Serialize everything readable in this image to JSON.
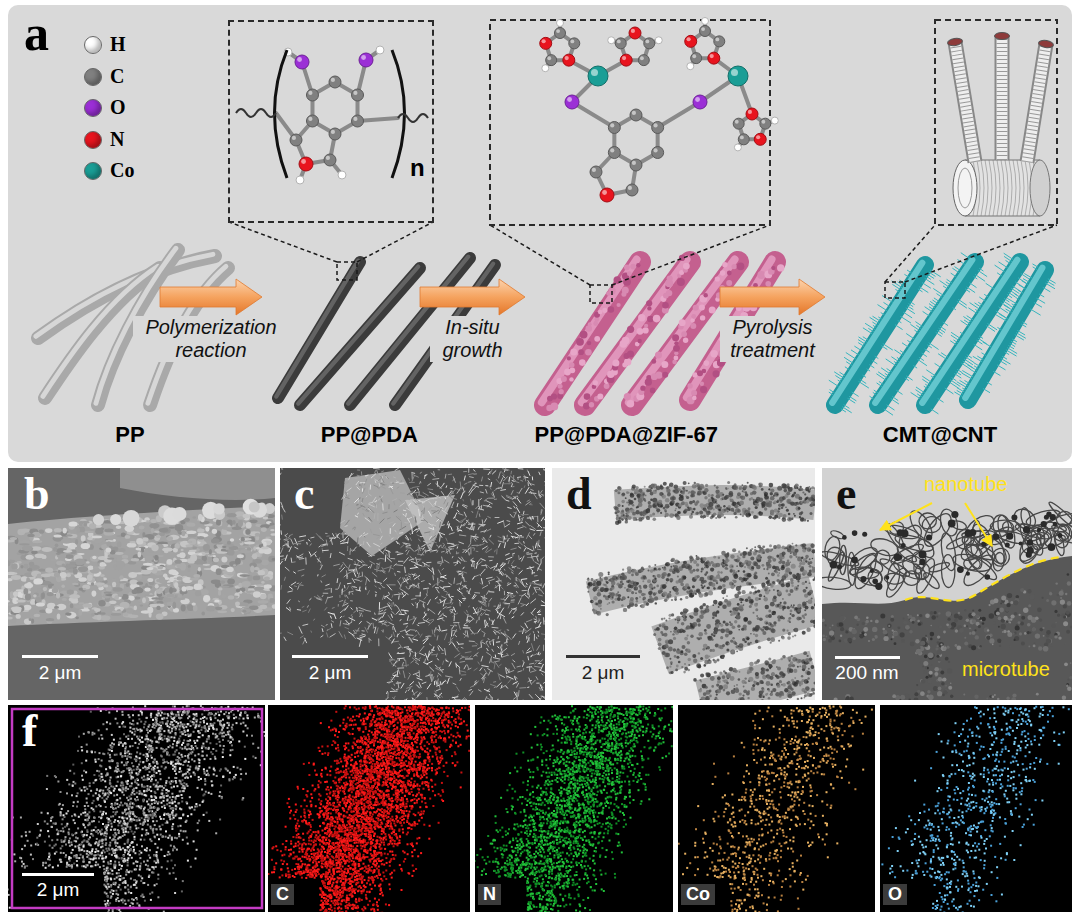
{
  "diagram": {
    "nodes": [
      {
        "text": [
          "a"
        ]
      },
      {
        "text": [
          "n"
        ],
        "in": 0
      },
      {
        "text": [
          "PP"
        ],
        "in": 0
      },
      {
        "text": [
          "PP@PDA"
        ],
        "in": 0
      },
      {
        "text": [
          "PP@PDA@ZIF-67"
        ],
        "in": 0
      },
      {
        "text": [
          "CMT@CNT"
        ],
        "in": 0
      },
      {
        "text": [
          "b",
          "2 μm"
        ]
      },
      {
        "text": [
          "c",
          "2 μm"
        ]
      },
      {
        "text": [
          "d",
          "2 μm"
        ]
      },
      {
        "text": [
          "e",
          "nanotube",
          "microtube",
          "200 nm"
        ]
      },
      {
        "text": [
          "f",
          "2 μm"
        ]
      },
      {
        "text": [
          "C"
        ]
      },
      {
        "text": [
          "N"
        ]
      },
      {
        "text": [
          "Co"
        ]
      },
      {
        "text": [
          "O"
        ]
      }
    ],
    "edges": [
      {
        "from": 2,
        "to": 3,
        "arrow": "to",
        "label": "Polymerization reaction"
      },
      {
        "from": 3,
        "to": 4,
        "arrow": "to",
        "label": "In-situ growth"
      },
      {
        "from": 4,
        "to": 5,
        "arrow": "to",
        "label": "Pyrolysis treatment"
      }
    ],
    "legend": [
      {
        "text": "H",
        "color": "#ffffff"
      },
      {
        "text": "C",
        "color": "#808080"
      },
      {
        "text": "O",
        "color": "#9b2fd6"
      },
      {
        "text": "N",
        "color": "#e8141e"
      },
      {
        "text": "Co",
        "color": "#1a9e96"
      }
    ]
  }
}
